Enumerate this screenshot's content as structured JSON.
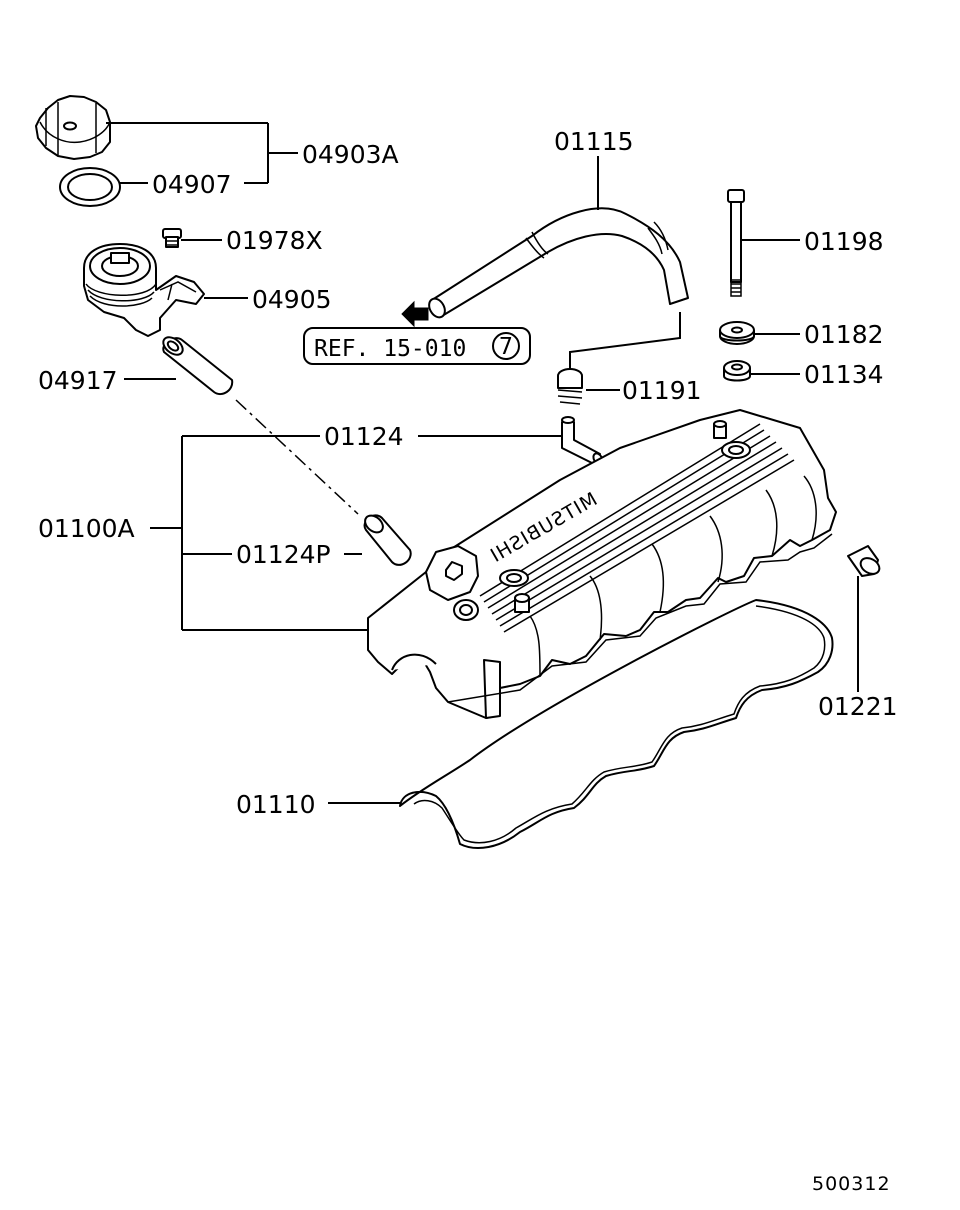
{
  "diagram": {
    "part_numbers": {
      "oil_filler_cap_assy": "04903A",
      "cap_gasket": "04907",
      "bolt": "01978X",
      "oil_filler_neck": "04905",
      "hose_short": "04917",
      "breather_hose": "01115",
      "stud_bolt": "01198",
      "washer": "01182",
      "grommet": "01134",
      "pcv_valve": "01191",
      "nipple": "01124",
      "rocker_cover_assy": "01100A",
      "plug": "01124P",
      "seal": "01221",
      "gasket": "01110"
    },
    "reference": {
      "text": "REF. 15-010",
      "circled_number": "7"
    },
    "engraving": "MITSUBISHI",
    "figure_code": "500312"
  },
  "colors": {
    "line": "#000000",
    "background": "#ffffff"
  }
}
